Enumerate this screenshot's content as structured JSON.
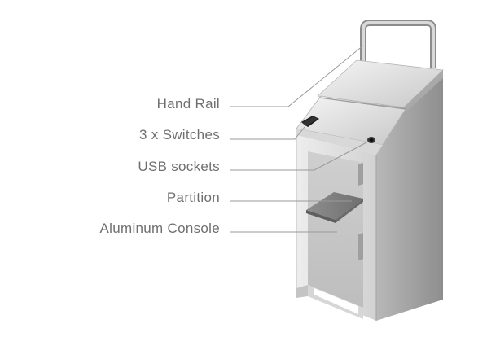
{
  "callouts": [
    {
      "id": "hand-rail",
      "label": "Hand Rail"
    },
    {
      "id": "switches",
      "label": "3 x Switches"
    },
    {
      "id": "usb-sockets",
      "label": "USB sockets"
    },
    {
      "id": "partition",
      "label": "Partition"
    },
    {
      "id": "aluminum-console",
      "label": "Aluminum Console"
    }
  ],
  "colors": {
    "label_text": "#6f6f6f",
    "leader_line": "#9a9a9a",
    "console_light": "#e8e8e8",
    "console_mid": "#c9c9c9",
    "console_dark": "#9e9e9e",
    "switch_panel": "#1a1a1a"
  }
}
